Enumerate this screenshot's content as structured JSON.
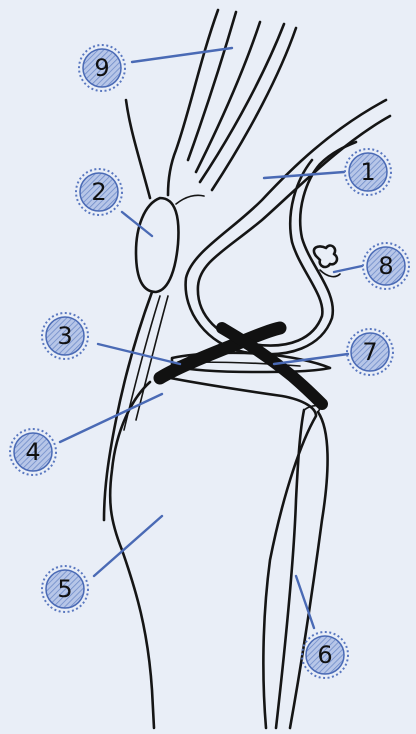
{
  "diagram": {
    "labels": [
      {
        "id": "label-1",
        "text": "1"
      },
      {
        "id": "label-2",
        "text": "2"
      },
      {
        "id": "label-3",
        "text": "3"
      },
      {
        "id": "label-4",
        "text": "4"
      },
      {
        "id": "label-5",
        "text": "5"
      },
      {
        "id": "label-6",
        "text": "6"
      },
      {
        "id": "label-7",
        "text": "7"
      },
      {
        "id": "label-8",
        "text": "8"
      },
      {
        "id": "label-9",
        "text": "9"
      }
    ]
  },
  "colors": {
    "background": "#e9eef7",
    "badge_fill": "#9fb2dc",
    "badge_ring": "#4a6ab5",
    "leader_line": "#4a6ab5",
    "outline": "#151515"
  }
}
